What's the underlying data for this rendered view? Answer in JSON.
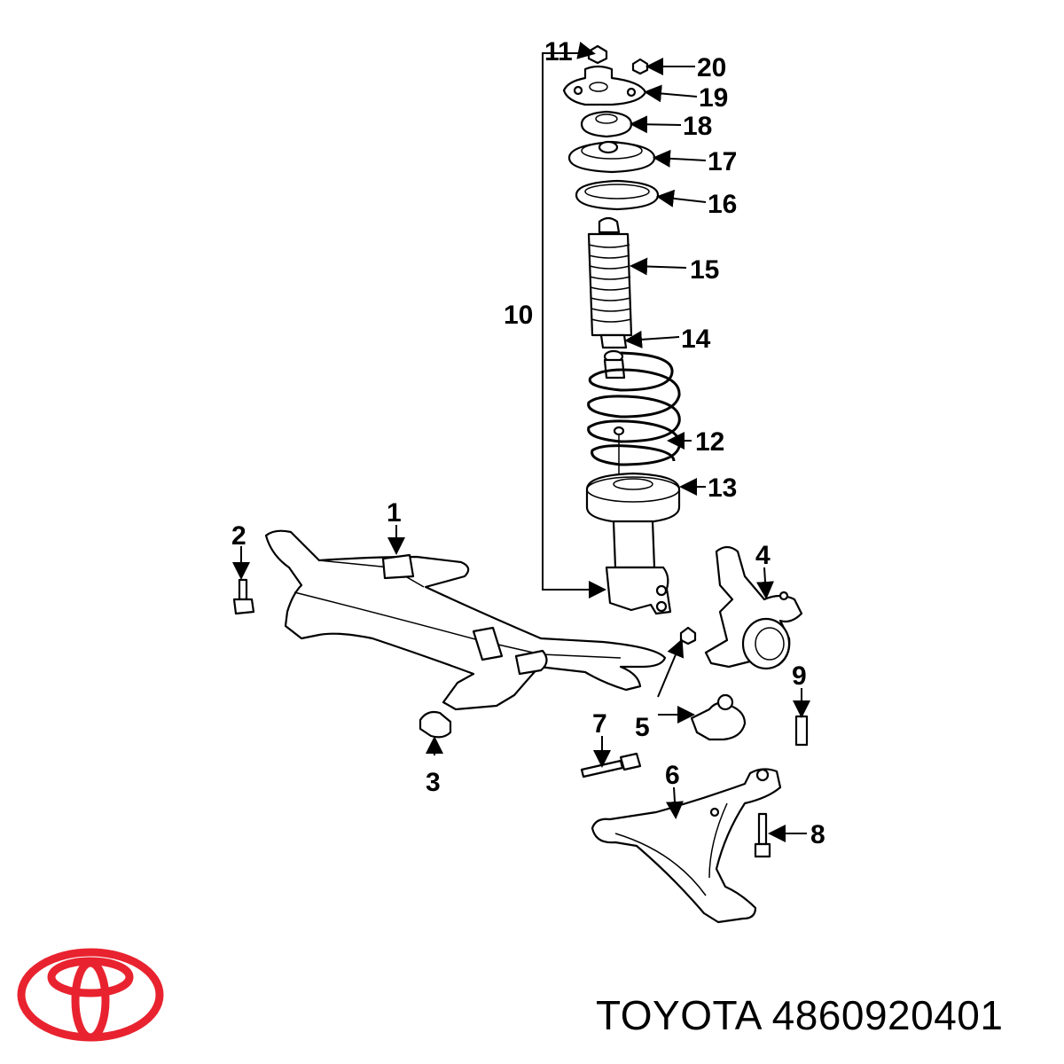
{
  "callouts": [
    "1",
    "2",
    "3",
    "4",
    "5",
    "6",
    "7",
    "8",
    "9",
    "10",
    "11",
    "12",
    "13",
    "14",
    "15",
    "16",
    "17",
    "18",
    "19",
    "20"
  ],
  "footer": {
    "brand": "TOYOTA",
    "part_number": "4860920401"
  },
  "logo": {
    "name": "toyota-logo",
    "color": "#e8232f"
  }
}
